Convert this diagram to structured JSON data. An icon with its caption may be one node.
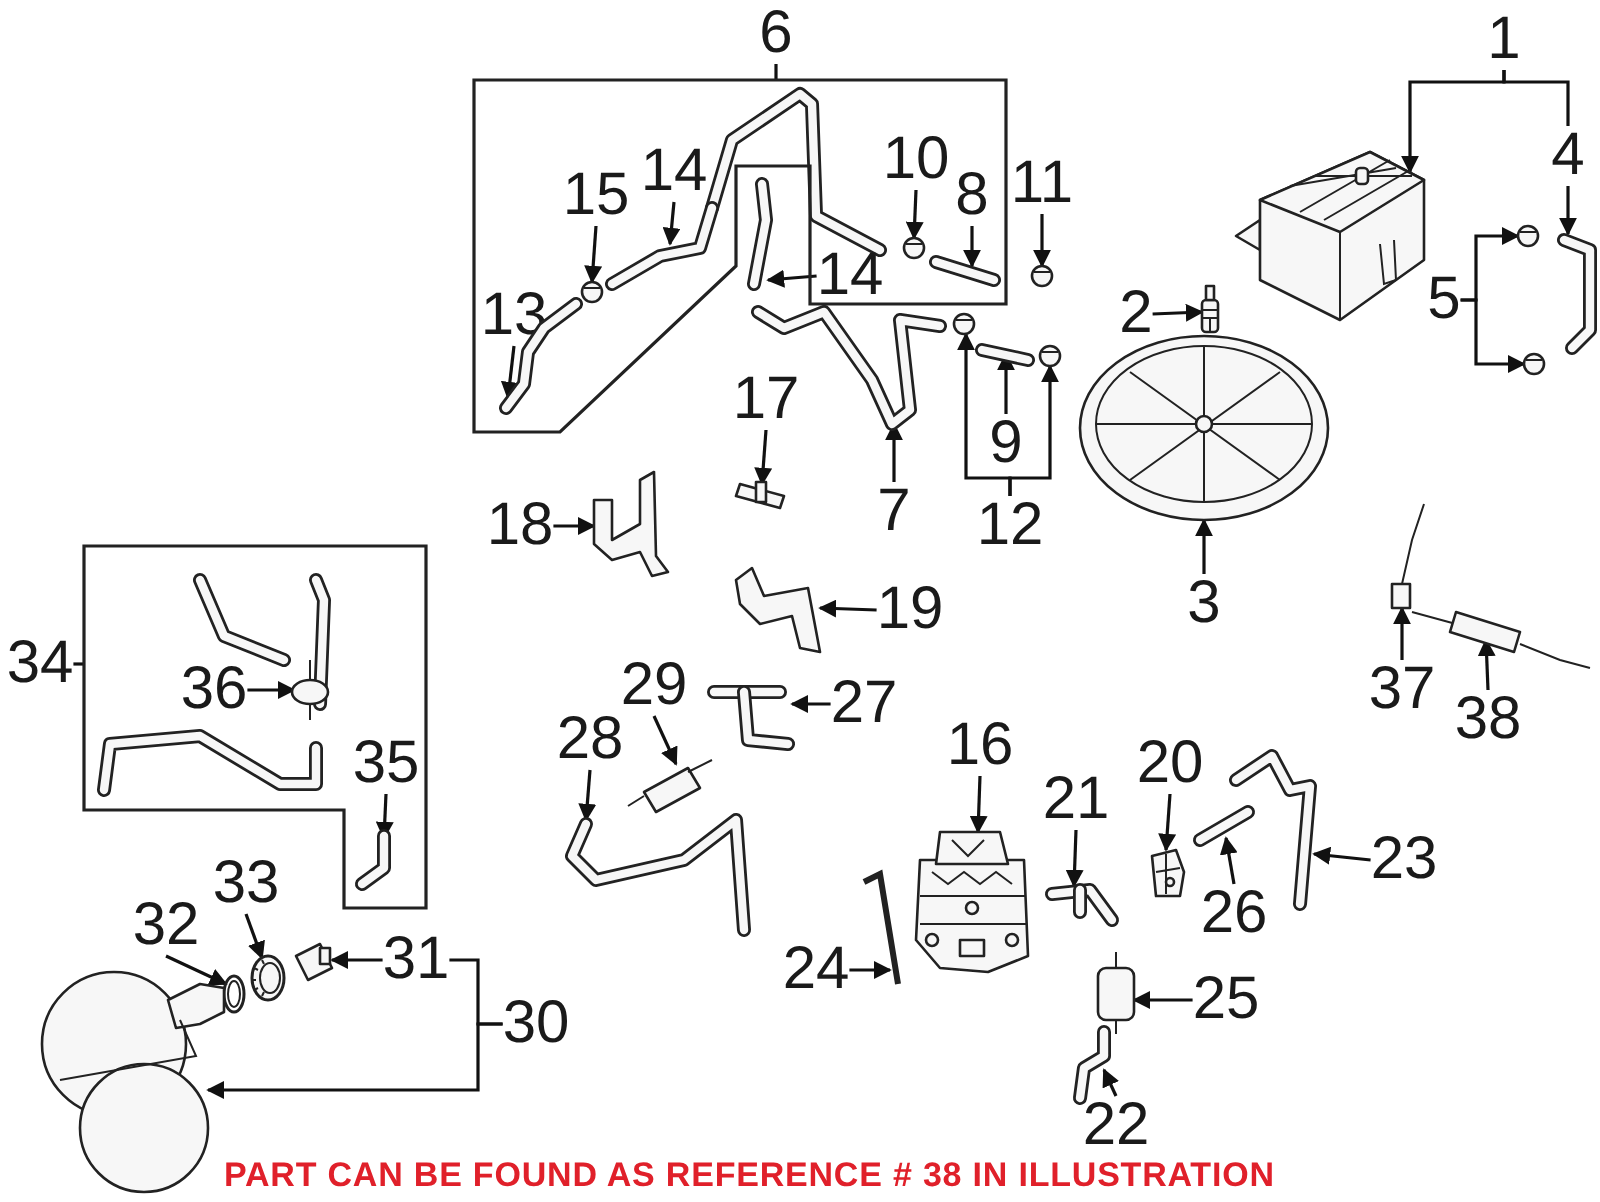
{
  "diagram": {
    "caption": "PART CAN BE FOUND AS REFERENCE # 38 IN ILLUSTRATION",
    "nodes": [
      {
        "text": [
          "6"
        ]
      },
      {
        "text": [],
        "shape": "box"
      },
      {
        "text": [
          "1"
        ]
      },
      {
        "text": [
          "4"
        ]
      },
      {
        "text": [
          "10"
        ],
        "in": 1
      },
      {
        "text": [
          "8"
        ],
        "in": 1
      },
      {
        "text": [
          "11"
        ]
      },
      {
        "text": [
          "14"
        ],
        "in": 1
      },
      {
        "text": [
          "15"
        ],
        "in": 1
      },
      {
        "text": [
          "14"
        ],
        "in": 1
      },
      {
        "text": [
          "13"
        ],
        "in": 1
      },
      {
        "text": [
          "2"
        ]
      },
      {
        "text": [
          "5"
        ]
      },
      {
        "text": [
          "9"
        ]
      },
      {
        "text": [
          "17"
        ]
      },
      {
        "text": [
          "7"
        ]
      },
      {
        "text": [
          "12"
        ]
      },
      {
        "text": [
          "18"
        ]
      },
      {
        "text": [
          "3"
        ]
      },
      {
        "text": [
          "19"
        ]
      },
      {
        "text": [
          "34"
        ]
      },
      {
        "text": [],
        "shape": "box"
      },
      {
        "text": [
          "36"
        ],
        "in": 21
      },
      {
        "text": [
          "29"
        ]
      },
      {
        "text": [
          "27"
        ]
      },
      {
        "text": [
          "28"
        ]
      },
      {
        "text": [
          "37"
        ]
      },
      {
        "text": [
          "38"
        ]
      },
      {
        "text": [
          "35"
        ],
        "in": 21
      },
      {
        "text": [
          "16"
        ]
      },
      {
        "text": [
          "20"
        ]
      },
      {
        "text": [
          "21"
        ]
      },
      {
        "text": [
          "23"
        ]
      },
      {
        "text": [
          "26"
        ]
      },
      {
        "text": [
          "24"
        ]
      },
      {
        "text": [
          "25"
        ]
      },
      {
        "text": [
          "31"
        ]
      },
      {
        "text": [
          "32"
        ]
      },
      {
        "text": [
          "33"
        ]
      },
      {
        "text": [
          "30"
        ]
      },
      {
        "text": [
          "22"
        ]
      },
      {
        "text": [],
        "shape": "picture"
      },
      {
        "text": [],
        "shape": "picture"
      },
      {
        "text": [],
        "shape": "picture",
        "in": 1
      },
      {
        "text": [],
        "shape": "picture",
        "in": 1
      },
      {
        "text": [],
        "shape": "picture"
      },
      {
        "text": [],
        "shape": "picture",
        "in": 1
      },
      {
        "text": [],
        "shape": "picture",
        "in": 1
      },
      {
        "text": [],
        "shape": "picture"
      },
      {
        "text": [],
        "shape": "picture",
        "in": 1
      },
      {
        "text": [],
        "shape": "picture"
      },
      {
        "text": [],
        "shape": "picture"
      },
      {
        "text": [],
        "shape": "picture"
      },
      {
        "text": [],
        "shape": "picture"
      },
      {
        "text": [],
        "shape": "picture"
      },
      {
        "text": [],
        "shape": "picture"
      },
      {
        "text": [],
        "shape": "picture"
      },
      {
        "text": [],
        "shape": "picture"
      },
      {
        "text": [],
        "shape": "picture"
      },
      {
        "text": [],
        "shape": "picture"
      },
      {
        "text": [],
        "shape": "picture"
      },
      {
        "text": [],
        "shape": "picture",
        "in": 21
      },
      {
        "text": [],
        "shape": "picture"
      },
      {
        "text": [],
        "shape": "picture"
      },
      {
        "text": [],
        "shape": "picture"
      },
      {
        "text": [],
        "shape": "picture"
      },
      {
        "text": [],
        "shape": "picture"
      },
      {
        "text": [],
        "shape": "picture",
        "in": 21
      },
      {
        "text": [],
        "shape": "picture"
      },
      {
        "text": [],
        "shape": "picture"
      },
      {
        "text": [],
        "shape": "picture"
      },
      {
        "text": [],
        "shape": "picture"
      },
      {
        "text": [],
        "shape": "picture"
      },
      {
        "text": [],
        "shape": "picture"
      },
      {
        "text": [],
        "shape": "picture"
      },
      {
        "text": [],
        "shape": "picture"
      },
      {
        "text": [],
        "shape": "picture"
      },
      {
        "text": [],
        "shape": "picture"
      },
      {
        "text": [],
        "shape": "picture"
      },
      {
        "text": [],
        "shape": "picture"
      }
    ],
    "edges": [
      {
        "from": 0,
        "to": 1,
        "arrow": "none"
      },
      {
        "from": 2,
        "to": 41,
        "arrow": "to"
      },
      {
        "from": 2,
        "to": 3,
        "arrow": "none"
      },
      {
        "from": 3,
        "to": 42,
        "arrow": "to"
      },
      {
        "from": 4,
        "to": 43,
        "arrow": "to"
      },
      {
        "from": 5,
        "to": 44,
        "arrow": "to"
      },
      {
        "from": 6,
        "to": 45,
        "arrow": "to"
      },
      {
        "from": 7,
        "to": 46,
        "arrow": "to"
      },
      {
        "from": 8,
        "to": 47,
        "arrow": "to"
      },
      {
        "from": 9,
        "to": 48,
        "arrow": "to"
      },
      {
        "from": 10,
        "to": 49,
        "arrow": "to"
      },
      {
        "from": 11,
        "to": 50,
        "arrow": "to"
      },
      {
        "from": 12,
        "to": 51,
        "arrow": "to"
      },
      {
        "from": 12,
        "to": 52,
        "arrow": "to"
      },
      {
        "from": 13,
        "to": 53,
        "arrow": "to"
      },
      {
        "from": 14,
        "to": 54,
        "arrow": "to"
      },
      {
        "from": 15,
        "to": 55,
        "arrow": "to"
      },
      {
        "from": 16,
        "to": 56,
        "arrow": "to"
      },
      {
        "from": 16,
        "to": 57,
        "arrow": "to"
      },
      {
        "from": 17,
        "to": 58,
        "arrow": "to"
      },
      {
        "from": 18,
        "to": 59,
        "arrow": "to"
      },
      {
        "from": 19,
        "to": 60,
        "arrow": "to"
      },
      {
        "from": 20,
        "to": 21,
        "arrow": "none"
      },
      {
        "from": 22,
        "to": 61,
        "arrow": "to"
      },
      {
        "from": 23,
        "to": 62,
        "arrow": "to"
      },
      {
        "from": 24,
        "to": 63,
        "arrow": "to"
      },
      {
        "from": 25,
        "to": 64,
        "arrow": "to"
      },
      {
        "from": 26,
        "to": 65,
        "arrow": "to"
      },
      {
        "from": 27,
        "to": 66,
        "arrow": "to"
      },
      {
        "from": 28,
        "to": 67,
        "arrow": "to"
      },
      {
        "from": 29,
        "to": 68,
        "arrow": "to"
      },
      {
        "from": 30,
        "to": 69,
        "arrow": "to"
      },
      {
        "from": 31,
        "to": 70,
        "arrow": "to"
      },
      {
        "from": 32,
        "to": 71,
        "arrow": "to"
      },
      {
        "from": 33,
        "to": 72,
        "arrow": "to"
      },
      {
        "from": 34,
        "to": 73,
        "arrow": "to"
      },
      {
        "from": 35,
        "to": 74,
        "arrow": "to"
      },
      {
        "from": 36,
        "to": 75,
        "arrow": "to"
      },
      {
        "from": 37,
        "to": 76,
        "arrow": "to"
      },
      {
        "from": 38,
        "to": 77,
        "arrow": "to"
      },
      {
        "from": 39,
        "to": 36,
        "arrow": "none"
      },
      {
        "from": 39,
        "to": 78,
        "arrow": "to"
      },
      {
        "from": 40,
        "to": 79,
        "arrow": "to"
      }
    ]
  }
}
